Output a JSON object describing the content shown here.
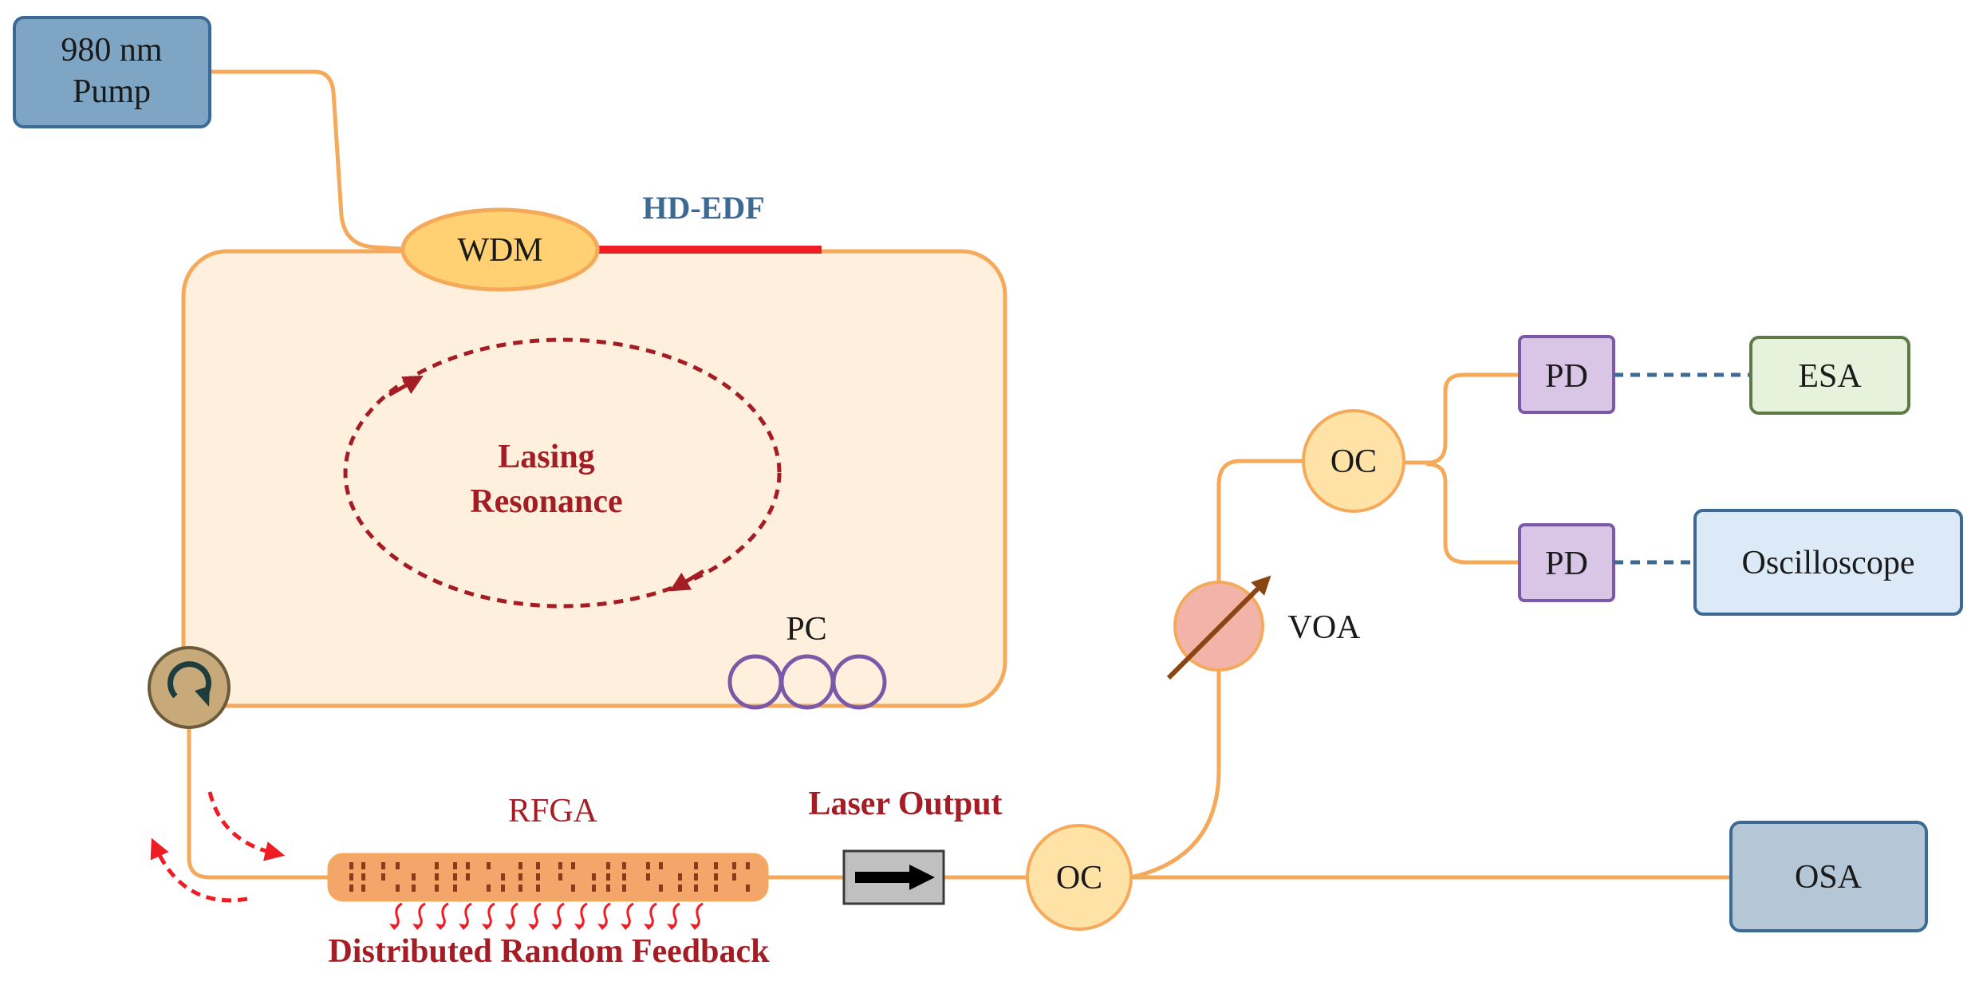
{
  "labels": {
    "pump": [
      "980 nm",
      "Pump"
    ],
    "wdm": "WDM",
    "hd_edf": "HD-EDF",
    "lasing": [
      "Lasing",
      "Resonance"
    ],
    "pc": "PC",
    "rfga": "RFGA",
    "distributed": "Distributed Random Feedback",
    "laser_output": "Laser Output",
    "oc_main": "OC",
    "oc_upper": "OC",
    "voa": "VOA",
    "pd_top": "PD",
    "pd_bottom": "PD",
    "esa": "ESA",
    "oscilloscope": "Oscilloscope",
    "osa": "OSA"
  },
  "colors": {
    "fiber": "#F5A95A",
    "cavity_fill": "#FEF0DD",
    "edf": "#EE1C24",
    "resonance": "#A51D24",
    "pump_box": "#7EA6C4",
    "wdm_fill": "#FFD173",
    "pd_fill": "#D9C6E6",
    "esa_fill": "#E6F2DC",
    "osc_fill": "#DCEAF7",
    "osa_fill": "#B5C6D6",
    "oc_fill": "#FFE2A6",
    "voa_fill": "#F2B4A8",
    "edf_label": "#3D6A94",
    "dashed_link": "#3D6A94"
  }
}
